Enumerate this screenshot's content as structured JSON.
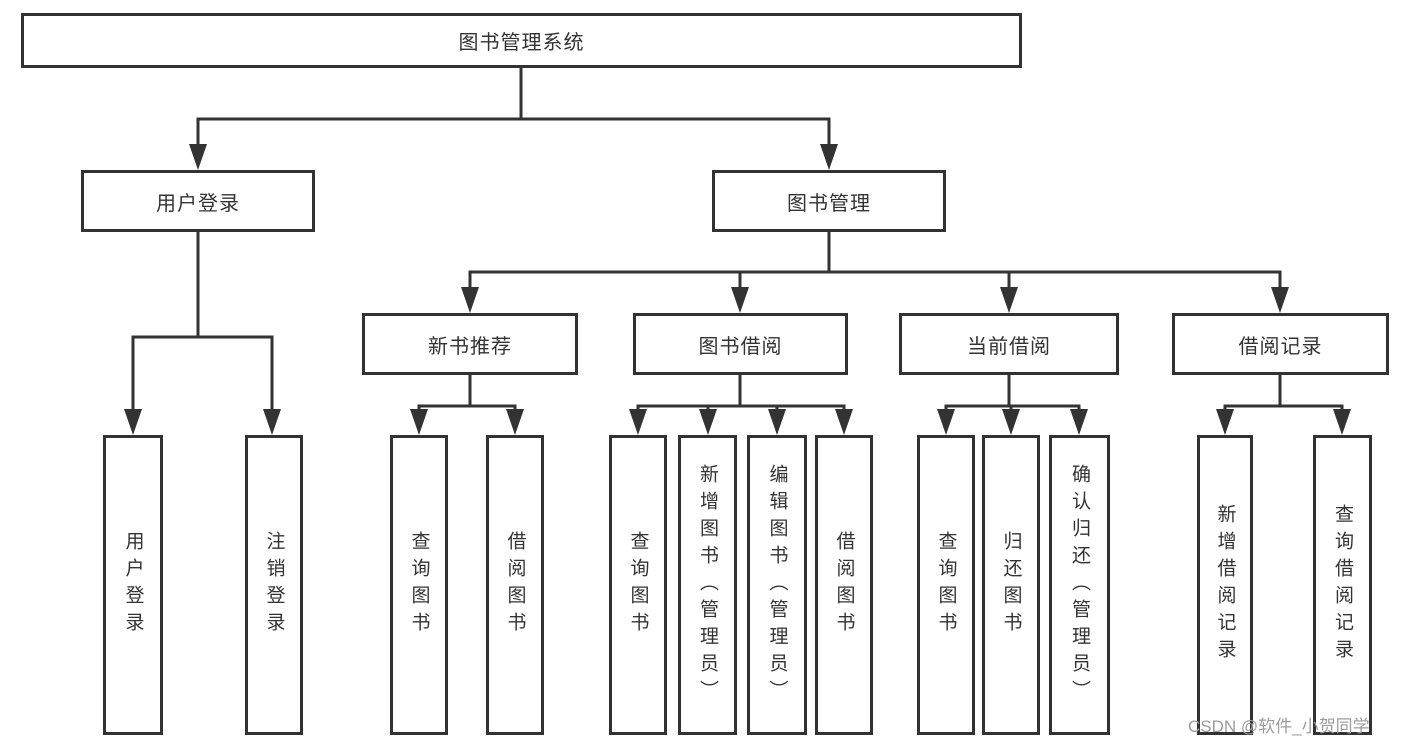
{
  "diagram_title": "图书管理系统",
  "tree": {
    "label": "图书管理系统",
    "children": [
      {
        "label": "用户登录",
        "children": [
          {
            "label": "用户登录"
          },
          {
            "label": "注销登录"
          }
        ]
      },
      {
        "label": "图书管理",
        "children": [
          {
            "label": "新书推荐",
            "children": [
              {
                "label": "查询图书"
              },
              {
                "label": "借阅图书"
              }
            ]
          },
          {
            "label": "图书借阅",
            "children": [
              {
                "label": "查询图书"
              },
              {
                "label": "新增图书（管理员）"
              },
              {
                "label": "编辑图书（管理员）"
              },
              {
                "label": "借阅图书"
              }
            ]
          },
          {
            "label": "当前借阅",
            "children": [
              {
                "label": "查询图书"
              },
              {
                "label": "归还图书"
              },
              {
                "label": "确认归还（管理员）"
              }
            ]
          },
          {
            "label": "借阅记录",
            "children": [
              {
                "label": "新增借阅记录"
              },
              {
                "label": "查询借阅记录"
              }
            ]
          }
        ]
      }
    ]
  },
  "watermark": {
    "text": "CSDN @软件_小贺同学"
  },
  "colors": {
    "line": "#333333",
    "box_border": "#323232",
    "text": "#333333",
    "watermark": "#9c9c9c",
    "background": "#ffffff"
  }
}
